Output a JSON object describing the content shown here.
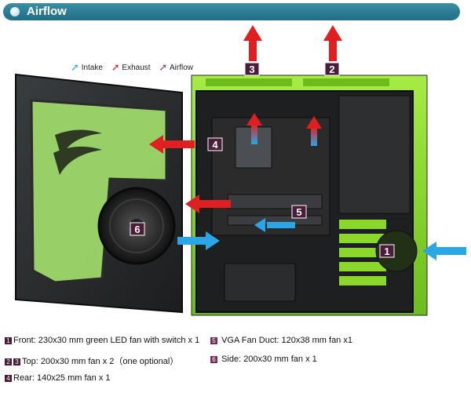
{
  "header": {
    "title": "Airflow"
  },
  "legend": [
    {
      "label": "Intake",
      "color": "#2aa6e6"
    },
    {
      "label": "Exhaust",
      "color": "#e02020"
    },
    {
      "label": "Airflow",
      "color": "#9a3b6b"
    }
  ],
  "markers": {
    "m1": "1",
    "m2": "2",
    "m3": "3",
    "m4": "4",
    "m5": "5",
    "m6": "6"
  },
  "footer": {
    "front": {
      "badge": "1",
      "text": "Front: 230x30 mm green LED fan with switch x 1"
    },
    "top": {
      "badge1": "2",
      "badge2": "3",
      "text": "Top: 200x30 mm fan x 2（one optional）"
    },
    "rear": {
      "badge": "4",
      "text": "Rear: 140x25 mm fan x 1"
    },
    "vga": {
      "badge": "5",
      "text": "VGA Fan Duct: 120x38 mm fan x1"
    },
    "side": {
      "badge": "6",
      "text": "Side: 200x30 mm fan x 1"
    }
  },
  "colors": {
    "case_green": "#8bd82b",
    "intake": "#2aa6e6",
    "exhaust": "#e02020",
    "marker": "#4a1d3a"
  }
}
